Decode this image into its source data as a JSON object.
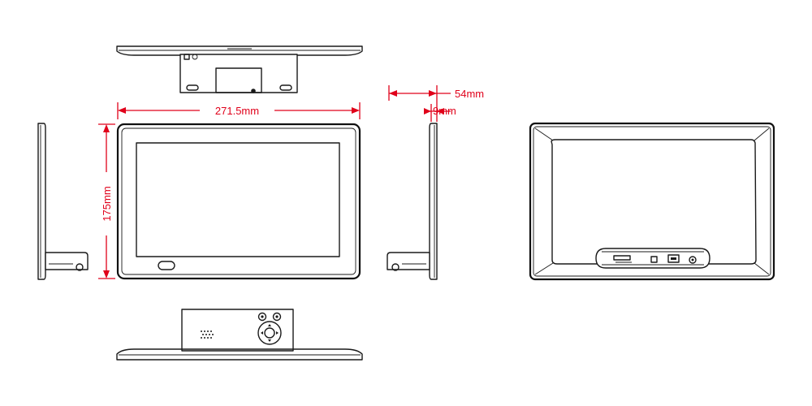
{
  "dimensions": {
    "width": "271.5mm",
    "height": "175mm",
    "depth_stand": "54mm",
    "depth_body": "9mm"
  },
  "colors": {
    "dimension": "#e0001a",
    "outline": "#1a1a1a",
    "background": "#ffffff"
  }
}
